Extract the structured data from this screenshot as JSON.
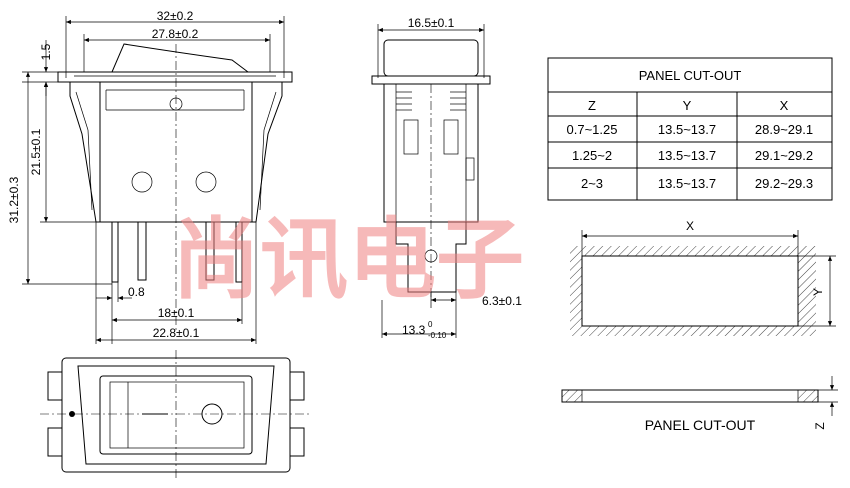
{
  "dimensions": {
    "overall_width": "32±0.2",
    "actuator_width": "27.8±0.2",
    "flange_thickness": "1.5",
    "height_total": "31.2±0.3",
    "height_body": "21.5±0.1",
    "terminal_width": "0.8",
    "terminal_spacing": "18±0.1",
    "body_width": "22.8±0.1",
    "side_width": "16.5±0.1",
    "side_depth_main": "13.3",
    "side_depth_tol": "-0.10",
    "side_depth_sup": "0",
    "terminal_offset": "6.3±0.1"
  },
  "table": {
    "title": "PANEL CUT-OUT",
    "headers": [
      "Z",
      "Y",
      "X"
    ],
    "rows": [
      [
        "0.7~1.25",
        "13.5~13.7",
        "28.9~29.1"
      ],
      [
        "1.25~2",
        "13.5~13.7",
        "29.1~29.2"
      ],
      [
        "2~3",
        "13.5~13.7",
        "29.2~29.3"
      ]
    ]
  },
  "cutout": {
    "x_label": "X",
    "y_label": "Y",
    "z_label": "Z",
    "caption": "PANEL CUT-OUT"
  },
  "watermark": "尚讯电子"
}
